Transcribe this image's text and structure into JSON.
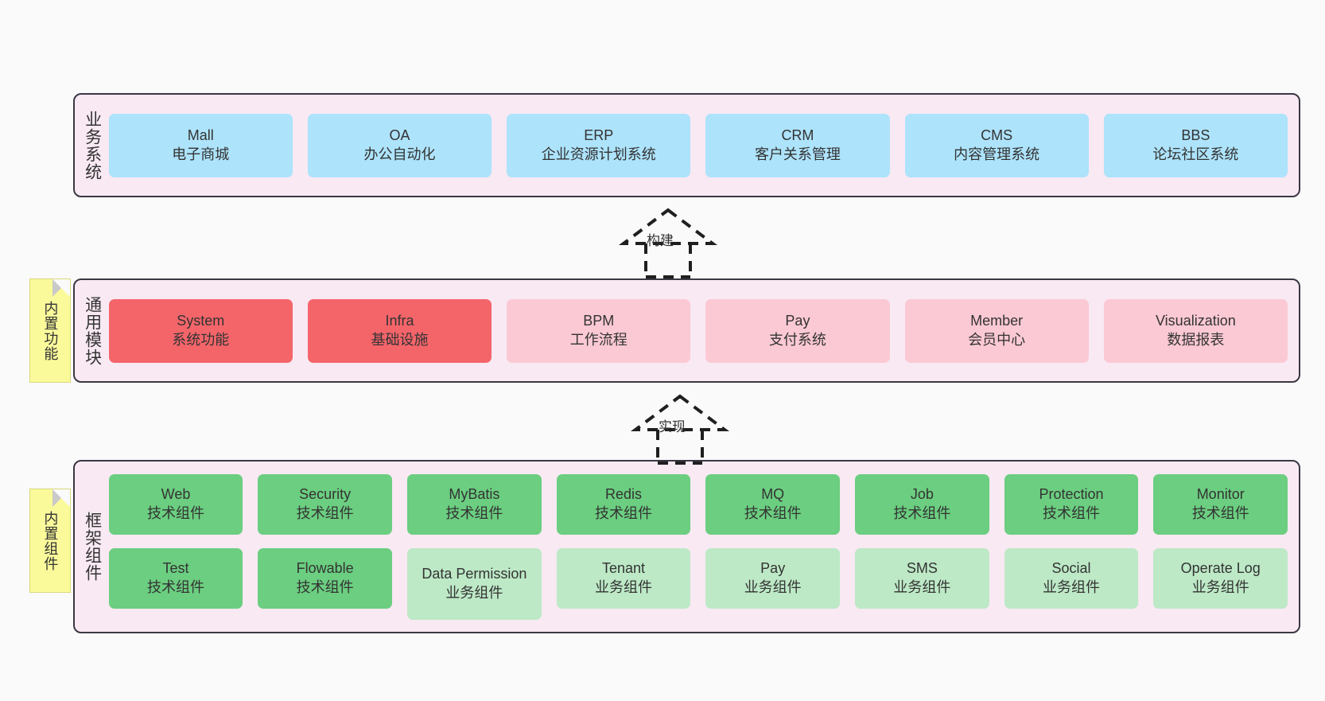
{
  "page": {
    "background": "#fafafa",
    "accent_border": "#3c3744",
    "band_background": "#f8e9f3"
  },
  "bands": [
    {
      "id": "business-systems",
      "title": "业务系统",
      "color": "#ade3fb",
      "rows": [
        [
          {
            "name": "Mall",
            "desc": "电子商城",
            "style": "box-blue"
          },
          {
            "name": "OA",
            "desc": "办公自动化",
            "style": "box-blue"
          },
          {
            "name": "ERP",
            "desc": "企业资源计划系统",
            "style": "box-blue"
          },
          {
            "name": "CRM",
            "desc": "客户关系管理",
            "style": "box-blue"
          },
          {
            "name": "CMS",
            "desc": "内容管理系统",
            "style": "box-blue"
          },
          {
            "name": "BBS",
            "desc": "论坛社区系统",
            "style": "box-blue"
          }
        ]
      ]
    },
    {
      "id": "common-modules",
      "title": "通用模块",
      "note": "内置功能",
      "rows": [
        [
          {
            "name": "System",
            "desc": "系统功能",
            "style": "box-red"
          },
          {
            "name": "Infra",
            "desc": "基础设施",
            "style": "box-red"
          },
          {
            "name": "BPM",
            "desc": "工作流程",
            "style": "box-pink"
          },
          {
            "name": "Pay",
            "desc": "支付系统",
            "style": "box-pink"
          },
          {
            "name": "Member",
            "desc": "会员中心",
            "style": "box-pink"
          },
          {
            "name": "Visualization",
            "desc": "数据报表",
            "style": "box-pink"
          }
        ]
      ]
    },
    {
      "id": "framework-components",
      "title": "框架组件",
      "note": "内置组件",
      "rows": [
        [
          {
            "name": "Web",
            "desc": "技术组件",
            "style": "box-green"
          },
          {
            "name": "Security",
            "desc": "技术组件",
            "style": "box-green"
          },
          {
            "name": "MyBatis",
            "desc": "技术组件",
            "style": "box-green"
          },
          {
            "name": "Redis",
            "desc": "技术组件",
            "style": "box-green"
          },
          {
            "name": "MQ",
            "desc": "技术组件",
            "style": "box-green"
          },
          {
            "name": "Job",
            "desc": "技术组件",
            "style": "box-green"
          },
          {
            "name": "Protection",
            "desc": "技术组件",
            "style": "box-green"
          },
          {
            "name": "Monitor",
            "desc": "技术组件",
            "style": "box-green"
          }
        ],
        [
          {
            "name": "Test",
            "desc": "技术组件",
            "style": "box-green"
          },
          {
            "name": "Flowable",
            "desc": "技术组件",
            "style": "box-green"
          },
          {
            "name": "Data Permission",
            "desc": "业务组件",
            "style": "box-lightgreen"
          },
          {
            "name": "Tenant",
            "desc": "业务组件",
            "style": "box-lightgreen"
          },
          {
            "name": "Pay",
            "desc": "业务组件",
            "style": "box-lightgreen"
          },
          {
            "name": "SMS",
            "desc": "业务组件",
            "style": "box-lightgreen"
          },
          {
            "name": "Social",
            "desc": "业务组件",
            "style": "box-lightgreen"
          },
          {
            "name": "Operate Log",
            "desc": "业务组件",
            "style": "box-lightgreen"
          }
        ]
      ]
    }
  ],
  "connectors": [
    {
      "id": "build",
      "label": "构建",
      "from": "common-modules",
      "to": "business-systems"
    },
    {
      "id": "implement",
      "label": "实现",
      "from": "framework-components",
      "to": "common-modules"
    }
  ]
}
